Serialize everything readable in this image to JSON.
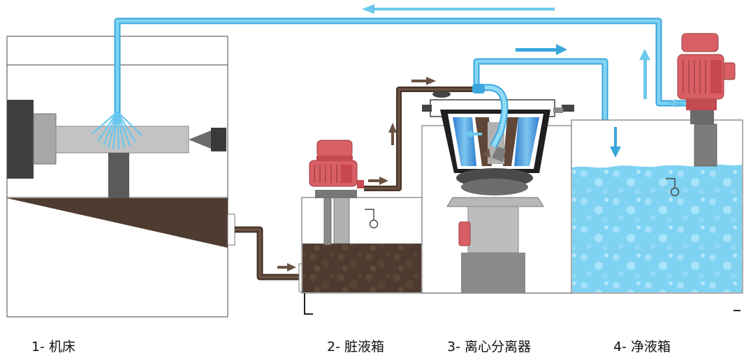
{
  "captions": [
    {
      "number": "1-",
      "label": "机床"
    },
    {
      "number": "2-",
      "label": "脏液箱"
    },
    {
      "number": "3-",
      "label": "离心分离器"
    },
    {
      "number": "4-",
      "label": "净液箱"
    }
  ],
  "colors": {
    "clean_fluid": "#6cc9ec",
    "clean_fluid_dark": "#3aa7dc",
    "dirty_fluid": "#5a4538",
    "motor_red": "#d95f64",
    "machine_gray": "#b5b5b5",
    "dark_gray": "#3d3d3d",
    "tank_outline": "#777777",
    "water_light": "#9fe0f7"
  },
  "icons": [
    "pump-motor-icon",
    "level-switch-icon",
    "flow-arrow-icon"
  ]
}
